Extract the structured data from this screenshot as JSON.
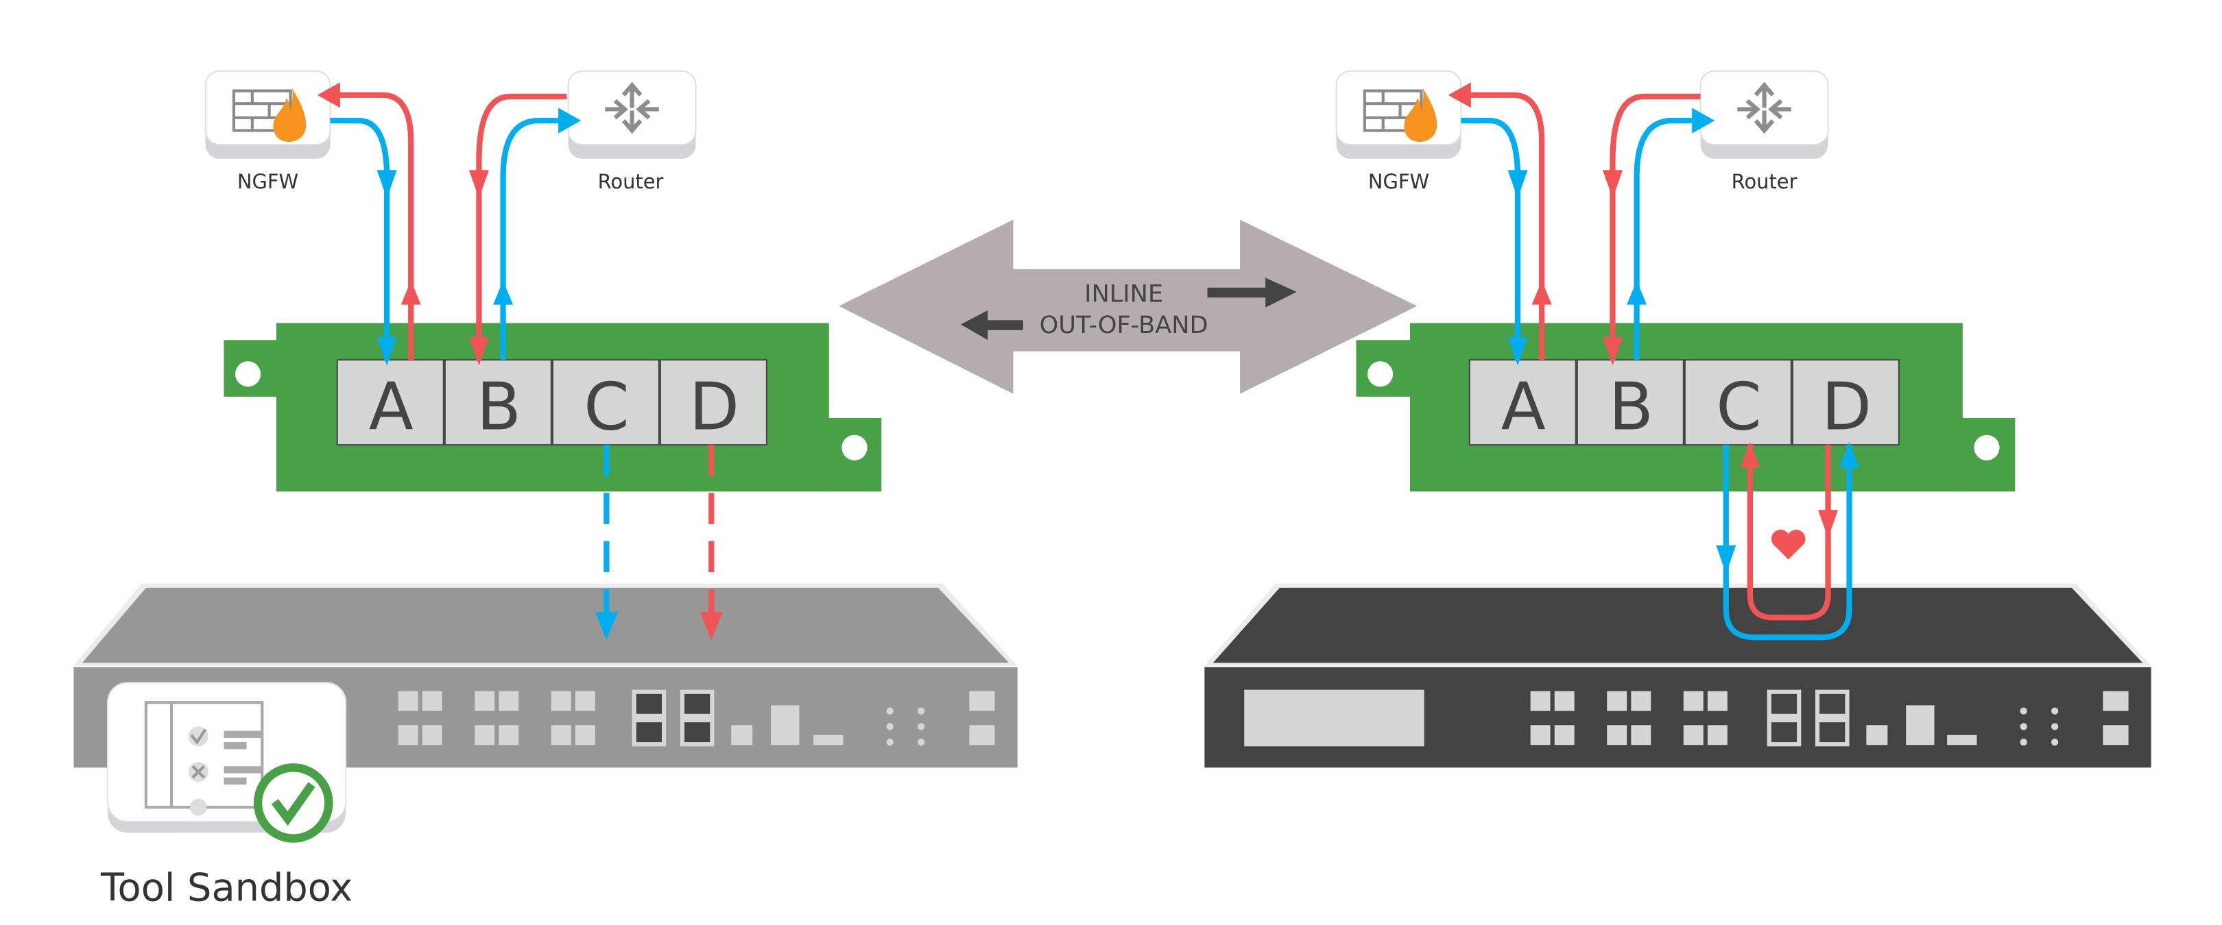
{
  "colors": {
    "board": "#48a047",
    "port": "#d6d6d6",
    "blue": "#00adef",
    "red": "#f05454",
    "appliance_passive": "#979797",
    "appliance_inline": "#434343",
    "double_arrow": "#b5acb0",
    "text": "#444444"
  },
  "left": {
    "ngfw_label": "NGFW",
    "router_label": "Router",
    "ports": [
      "A",
      "B",
      "C",
      "D"
    ],
    "tool_label": "Tool Sandbox"
  },
  "middle": {
    "inline_label": "INLINE",
    "oob_label": "OUT-OF-BAND"
  },
  "right": {
    "ngfw_label": "NGFW",
    "router_label": "Router",
    "ports": [
      "A",
      "B",
      "C",
      "D"
    ],
    "heart_icon": "heart-icon"
  }
}
